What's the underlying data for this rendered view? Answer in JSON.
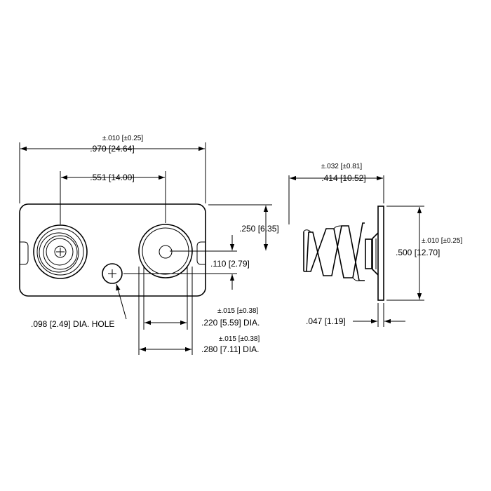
{
  "front_view": {
    "overall_width_tol": "±.010 [±0.25]",
    "overall_width": ".970 [24.64]",
    "contact_spacing": ".551 [14.00]",
    "top_offset": ".250 [6.35]",
    "hole_offset": ".110 [2.79]",
    "hole_label": ".098 [2.49] DIA. HOLE",
    "inner_dia_tol": "±.015 [±0.38]",
    "inner_dia": ".220 [5.59] DIA.",
    "outer_dia_tol": "±.015 [±0.38]",
    "outer_dia": ".280 [7.11] DIA."
  },
  "side_view": {
    "spring_length_tol": "±.032 [±0.81]",
    "spring_length": ".414 [10.52]",
    "height_tol": "±.010 [±0.25]",
    "height": ".500 [12.70]",
    "thickness": ".047 [1.19]"
  }
}
